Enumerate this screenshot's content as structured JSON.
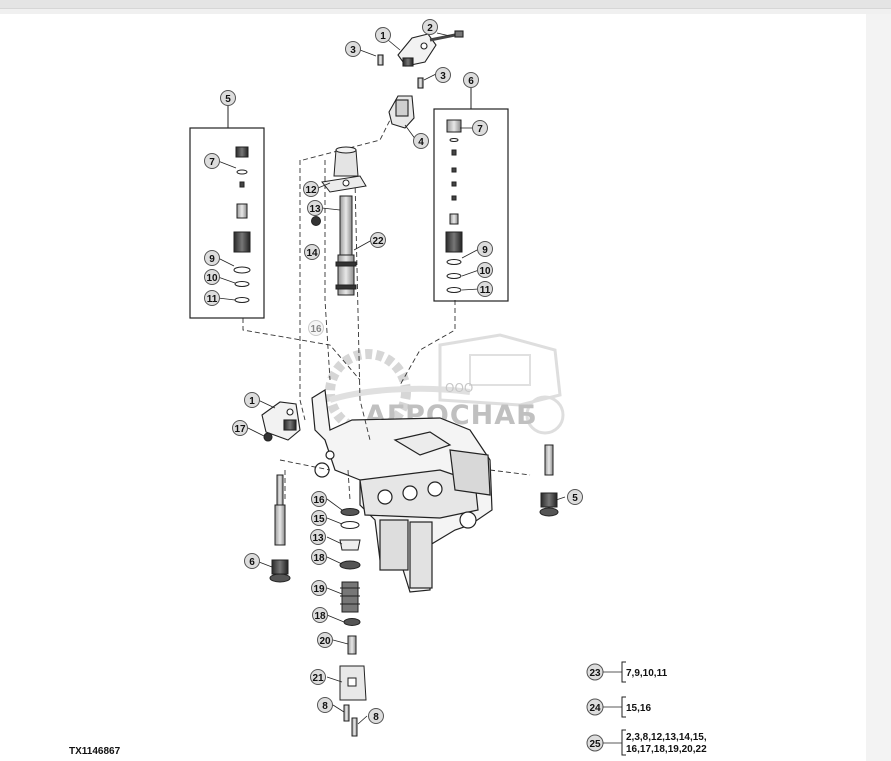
{
  "figure_code": "TX1146867",
  "watermark": {
    "line1": "ООО",
    "line2": "АГРОСНАБ"
  },
  "callouts": [
    {
      "id": "c1a",
      "label": "1"
    },
    {
      "id": "c2",
      "label": "2"
    },
    {
      "id": "c3a",
      "label": "3"
    },
    {
      "id": "c3b",
      "label": "3"
    },
    {
      "id": "c4",
      "label": "4"
    },
    {
      "id": "c5a",
      "label": "5"
    },
    {
      "id": "c6a",
      "label": "6"
    },
    {
      "id": "c7a",
      "label": "7"
    },
    {
      "id": "c9a",
      "label": "9"
    },
    {
      "id": "c10a",
      "label": "10"
    },
    {
      "id": "c11a",
      "label": "11"
    },
    {
      "id": "c7b",
      "label": "7"
    },
    {
      "id": "c9b",
      "label": "9"
    },
    {
      "id": "c10b",
      "label": "10"
    },
    {
      "id": "c11b",
      "label": "11"
    },
    {
      "id": "c12",
      "label": "12"
    },
    {
      "id": "c13a",
      "label": "13"
    },
    {
      "id": "c14",
      "label": "14"
    },
    {
      "id": "c22",
      "label": "22"
    },
    {
      "id": "c16a",
      "label": "16"
    },
    {
      "id": "c1b",
      "label": "1"
    },
    {
      "id": "c17",
      "label": "17"
    },
    {
      "id": "c16b",
      "label": "16"
    },
    {
      "id": "c15",
      "label": "15"
    },
    {
      "id": "c13b",
      "label": "13"
    },
    {
      "id": "c18a",
      "label": "18"
    },
    {
      "id": "c19",
      "label": "19"
    },
    {
      "id": "c18b",
      "label": "18"
    },
    {
      "id": "c20",
      "label": "20"
    },
    {
      "id": "c21",
      "label": "21"
    },
    {
      "id": "c8a",
      "label": "8"
    },
    {
      "id": "c8b",
      "label": "8"
    },
    {
      "id": "c6b",
      "label": "6"
    },
    {
      "id": "c5b",
      "label": "5"
    }
  ],
  "legend": [
    {
      "num": "23",
      "lines": [
        "7,9,10,11"
      ]
    },
    {
      "num": "24",
      "lines": [
        "15,16"
      ]
    },
    {
      "num": "25",
      "lines": [
        "2,3,8,12,13,14,15,",
        "16,17,18,19,20,22"
      ]
    }
  ]
}
